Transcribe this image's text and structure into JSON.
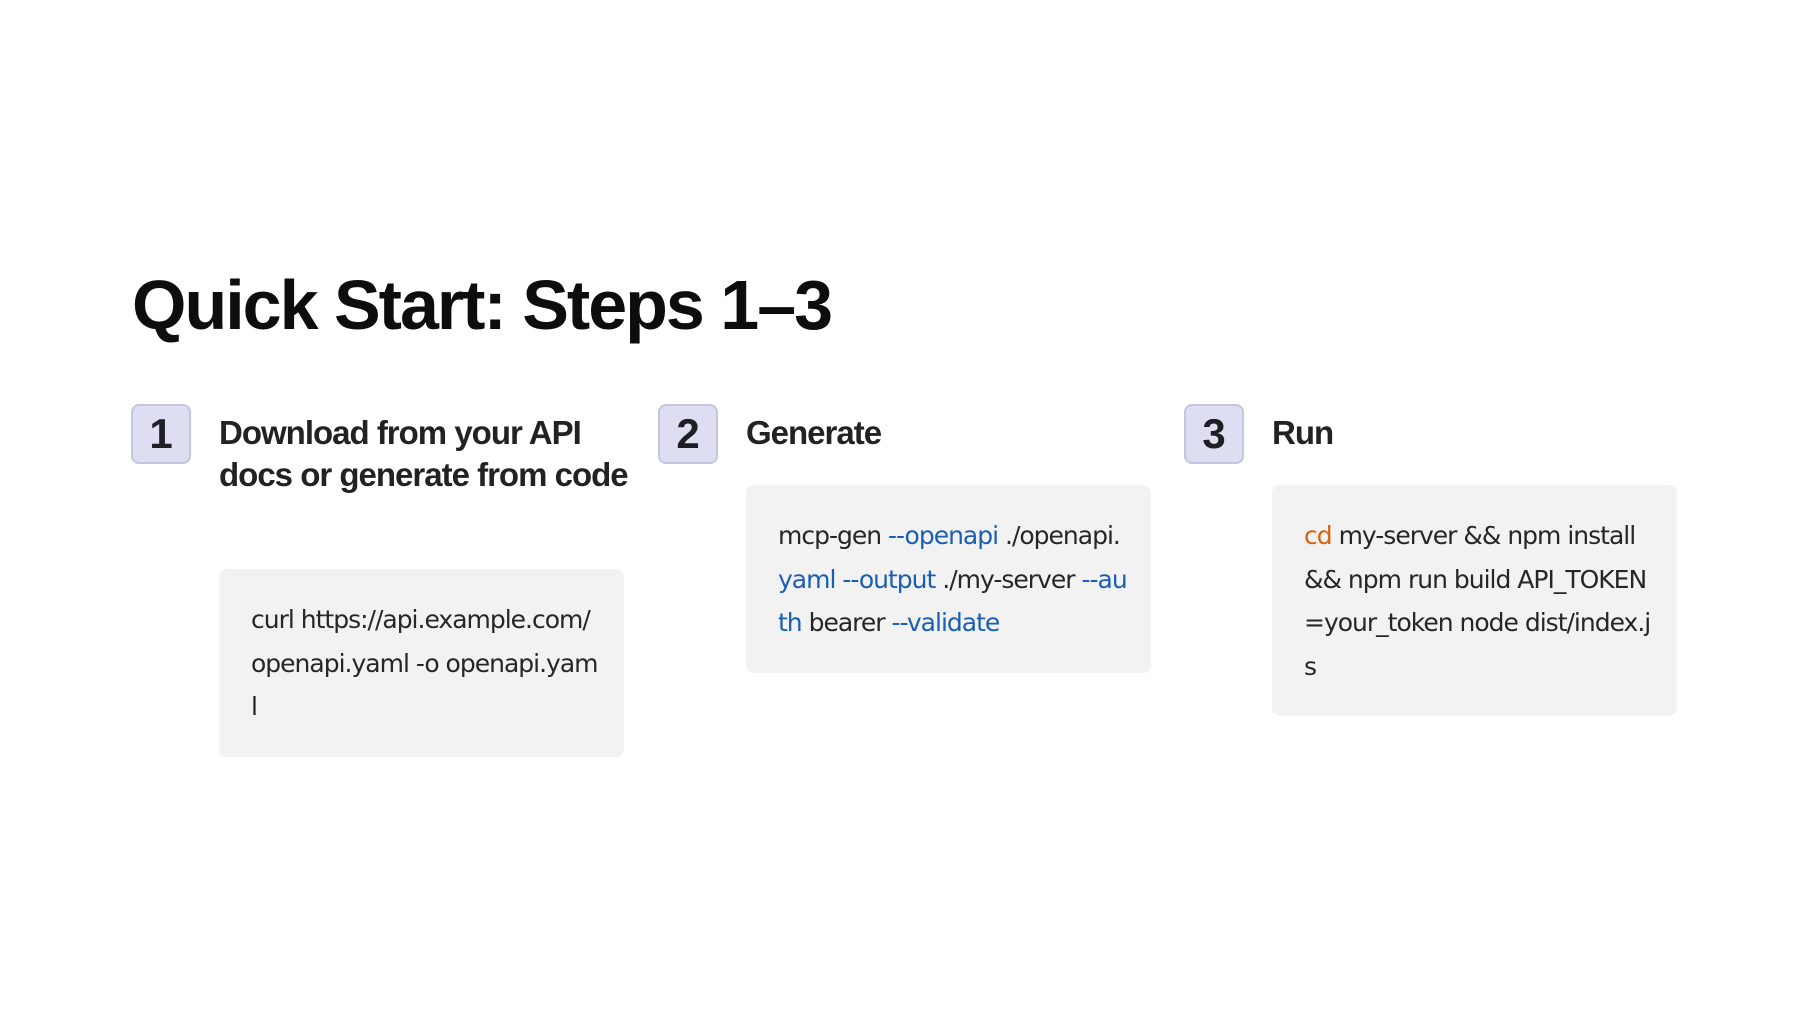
{
  "slide": {
    "title": "Quick Start: Steps 1–3"
  },
  "steps": [
    {
      "number": "1",
      "title": "Download from your API docs or generate from code",
      "code": [
        {
          "text": "curl https://api.example.com/openapi.yaml -o openapi.yaml",
          "style": "plain"
        }
      ]
    },
    {
      "number": "2",
      "title": "Generate",
      "code": [
        {
          "text": "mcp-gen ",
          "style": "plain"
        },
        {
          "text": "--openapi",
          "style": "flag"
        },
        {
          "text": " ./openapi.",
          "style": "plain"
        },
        {
          "text": "yaml --output",
          "style": "flag"
        },
        {
          "text": " ./my-server ",
          "style": "plain"
        },
        {
          "text": "--auth",
          "style": "flag"
        },
        {
          "text": " bearer ",
          "style": "plain"
        },
        {
          "text": "--validate",
          "style": "flag"
        }
      ]
    },
    {
      "number": "3",
      "title": "Run",
      "code": [
        {
          "text": "cd",
          "style": "command"
        },
        {
          "text": " my-server && npm install && npm run build API_TOKEN=your_token node dist/index.js",
          "style": "plain"
        }
      ]
    }
  ],
  "colors": {
    "flag": "#1a5fb4",
    "command": "#d9620c",
    "badge_bg": "#dedef2",
    "code_bg": "#f2f2f2"
  }
}
